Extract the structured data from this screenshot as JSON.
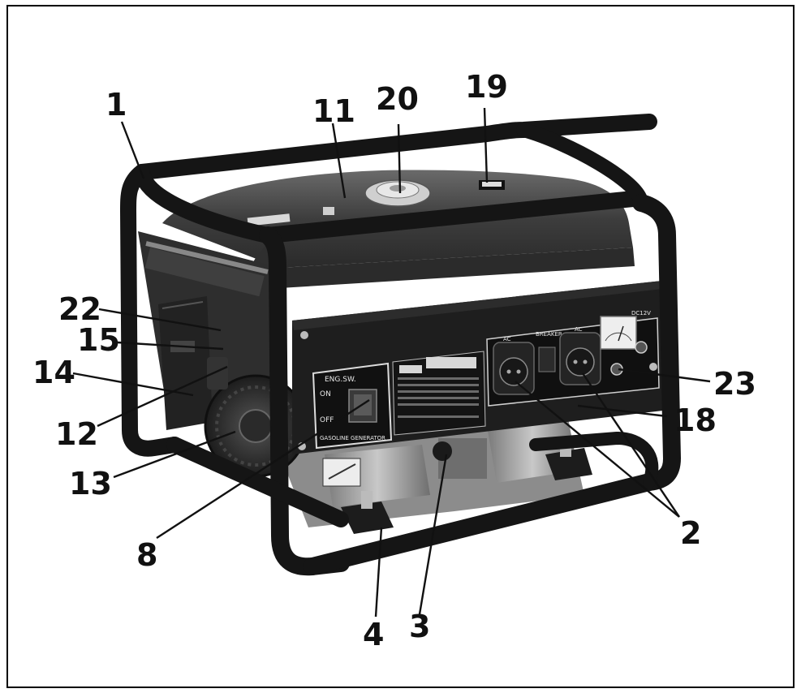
{
  "callouts": {
    "c1": "1",
    "c11": "11",
    "c20": "20",
    "c19": "19",
    "c22": "22",
    "c15": "15",
    "c14": "14",
    "c12": "12",
    "c13": "13",
    "c8": "8",
    "c4": "4",
    "c3": "3",
    "c2": "2",
    "c18": "18",
    "c23": "23"
  },
  "panel_text": {
    "eng_sw": "ENG.SW.",
    "on": "ON",
    "off": "OFF",
    "gasoline_generator": "GASOLINE GENERATOR",
    "ac_left": "AC",
    "breaker": "BREAKER",
    "ac_right": "AC",
    "dc": "DC12V"
  },
  "colors": {
    "frame_black": "#151515",
    "body_gray": "#3a3a3a",
    "panel_dark": "#202020",
    "engine_metal": "#9a9a9a"
  }
}
